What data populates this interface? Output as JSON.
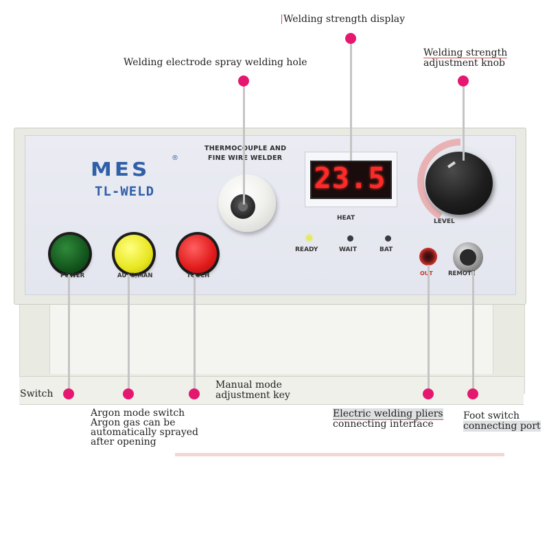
{
  "device": {
    "brand": "MES",
    "brand_mark": "®",
    "model": "TL-WELD",
    "title_line1": "THERMOCOUPLE AND",
    "title_line2": "FINE WIRE WELDER",
    "display_value": "23.5",
    "display_label": "HEAT",
    "indicators": [
      "READY",
      "WAIT",
      "BAT"
    ],
    "knob_label": "LEVEL",
    "buttons": [
      "POWER",
      "AUTO/MAN",
      "TOUCH"
    ],
    "ports": [
      "OUT",
      "REMOTE"
    ]
  },
  "callouts": {
    "display": "Welding strength display",
    "spray_hole": "Welding electrode spray welding hole",
    "knob_line1": "Welding strength",
    "knob_line2": "adjustment knob",
    "switch": "Switch",
    "manual_line1": "Manual mode",
    "manual_line2": "adjustment key",
    "argon_line1": "Argon mode switch",
    "argon_line2": "Argon gas can be",
    "argon_line3": "automatically sprayed",
    "argon_line4": "after opening",
    "pliers_line1": "Electric welding pliers",
    "pliers_line2": "connecting interface",
    "foot_line1": "Foot switch",
    "foot_line2": "connecting port"
  },
  "colors": {
    "callout_dot": "#e6176f",
    "brand_blue": "#2f5fa6",
    "display_red": "#ff2a28"
  }
}
